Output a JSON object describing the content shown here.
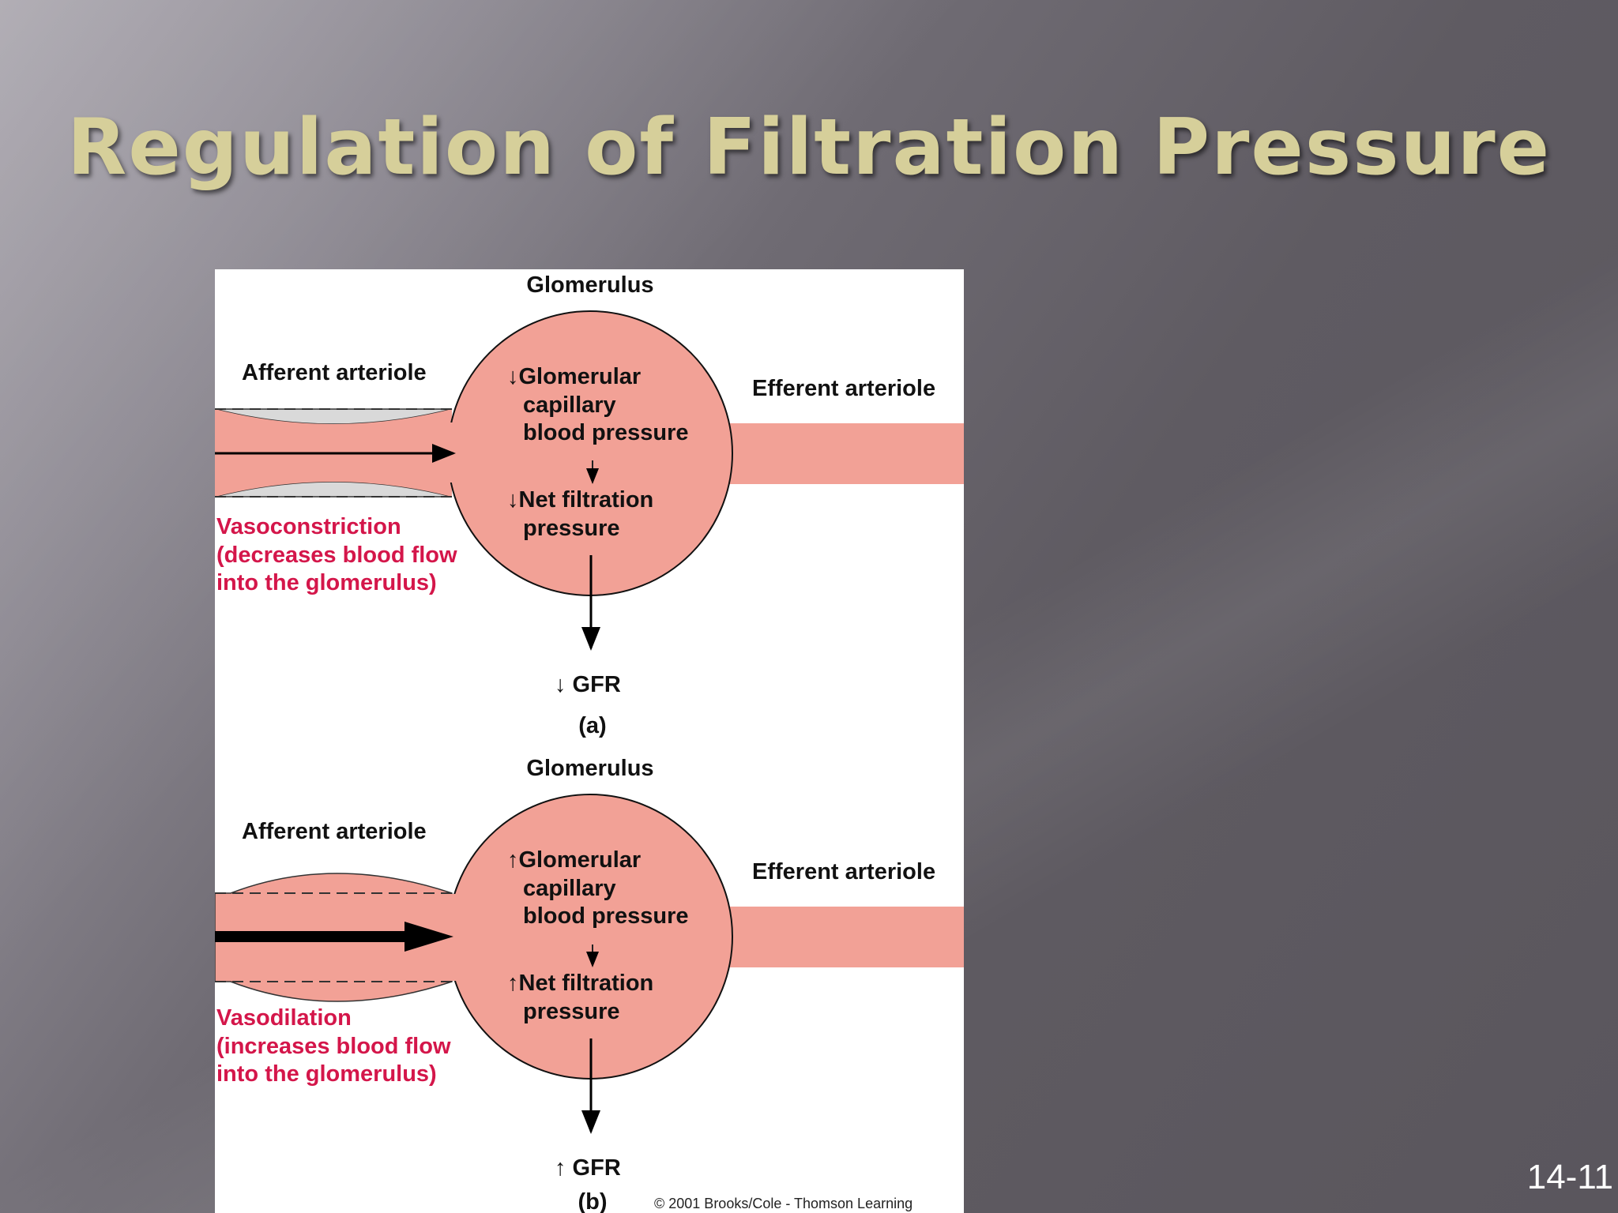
{
  "slide": {
    "title": "Regulation of Filtration Pressure",
    "slide_number": "14-11"
  },
  "figure": {
    "panel_a": {
      "glomerulus_label": "Glomerulus",
      "afferent_label": "Afferent arteriole",
      "efferent_label": "Efferent arteriole",
      "capillary_line1": "↓Glomerular",
      "capillary_line2": "capillary",
      "capillary_line3": "blood pressure",
      "net_line1": "↓Net filtration",
      "net_line2": "pressure",
      "change_line1": "Vasoconstriction",
      "change_line2": "(decreases blood flow",
      "change_line3": "into the glomerulus)",
      "gfr_label": "↓ GFR",
      "panel_label": "(a)"
    },
    "panel_b": {
      "glomerulus_label": "Glomerulus",
      "afferent_label": "Afferent arteriole",
      "efferent_label": "Efferent arteriole",
      "capillary_line1": "↑Glomerular",
      "capillary_line2": "capillary",
      "capillary_line3": "blood pressure",
      "net_line1": "↑Net filtration",
      "net_line2": "pressure",
      "change_line1": "Vasodilation",
      "change_line2": "(increases blood flow",
      "change_line3": "into the glomerulus)",
      "gfr_label": "↑ GFR",
      "panel_label": "(b)"
    },
    "copyright": "© 2001 Brooks/Cole - Thomson Learning",
    "colors": {
      "vessel_fill": "#f2a196",
      "constricted_wall": "#d9d9d9",
      "change_text": "#d4164a",
      "label_text": "#111111"
    }
  }
}
